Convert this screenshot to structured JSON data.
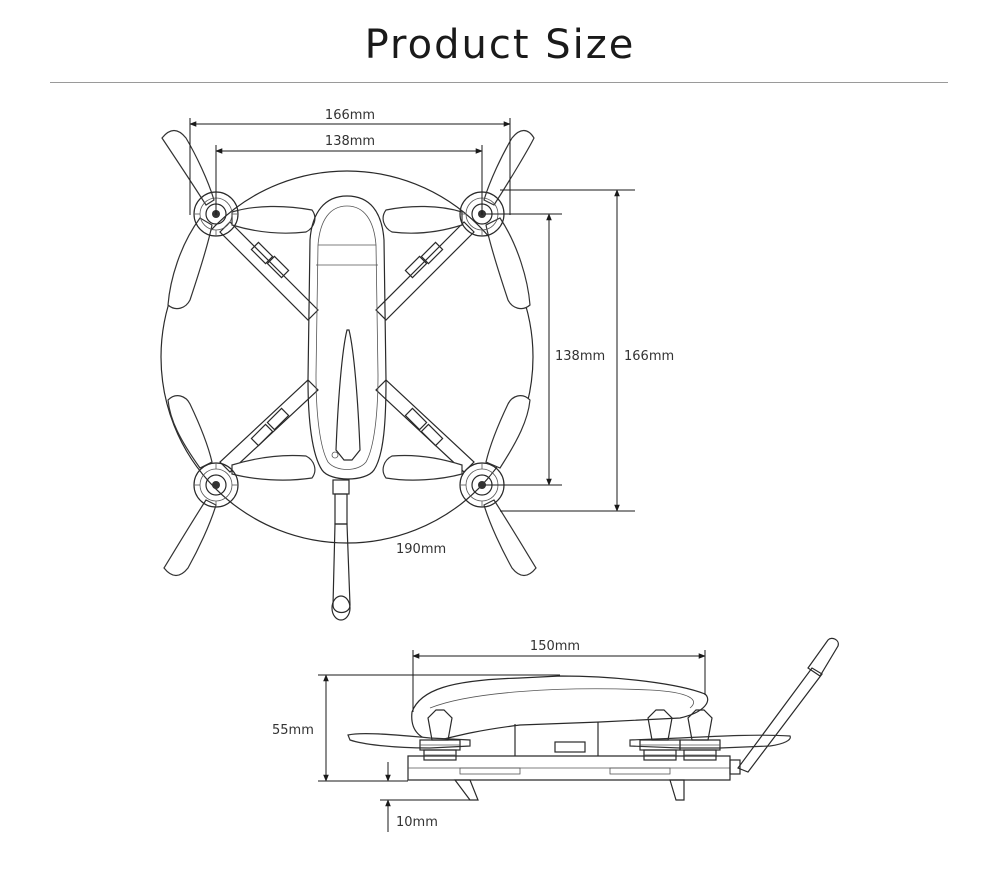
{
  "title": "Product Size",
  "top_view": {
    "width_outer": "166mm",
    "width_inner": "138mm",
    "height_inner": "138mm",
    "height_outer": "166mm",
    "diameter": "190mm"
  },
  "side_view": {
    "length": "150mm",
    "height": "55mm",
    "clearance": "10mm"
  }
}
